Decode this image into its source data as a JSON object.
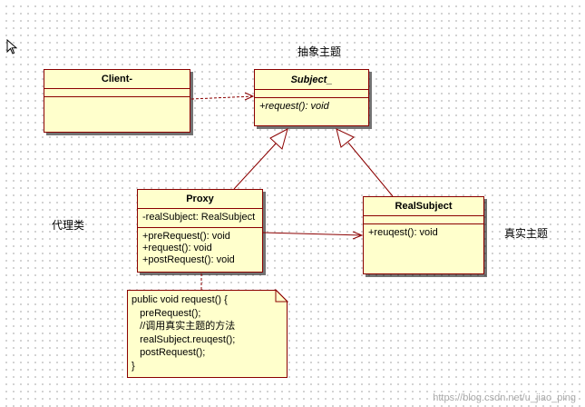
{
  "labels": {
    "abstract_subject": "抽象主题",
    "proxy_class": "代理类",
    "real_subject": "真实主题"
  },
  "classes": {
    "client": {
      "name": "Client-"
    },
    "subject": {
      "name": "Subject_",
      "operations": [
        "+request(): void"
      ]
    },
    "proxy": {
      "name": "Proxy",
      "attributes": [
        "-realSubject: RealSubject"
      ],
      "operations": [
        "+preRequest(): void",
        "+request(): void",
        "+postRequest(): void"
      ]
    },
    "real_subject": {
      "name": "RealSubject",
      "operations": [
        "+reuqest(): void"
      ]
    }
  },
  "note": {
    "lines": [
      "public void request() {",
      "   preRequest();",
      "   //调用真实主题的方法",
      "   realSubject.reuqest();",
      "   postRequest();",
      "}"
    ]
  },
  "watermark": "https://blog.csdn.net/u_jiao_ping",
  "colors": {
    "class_fill": "#ffffcc",
    "class_border": "#8b0000",
    "connector": "#8b0000"
  }
}
